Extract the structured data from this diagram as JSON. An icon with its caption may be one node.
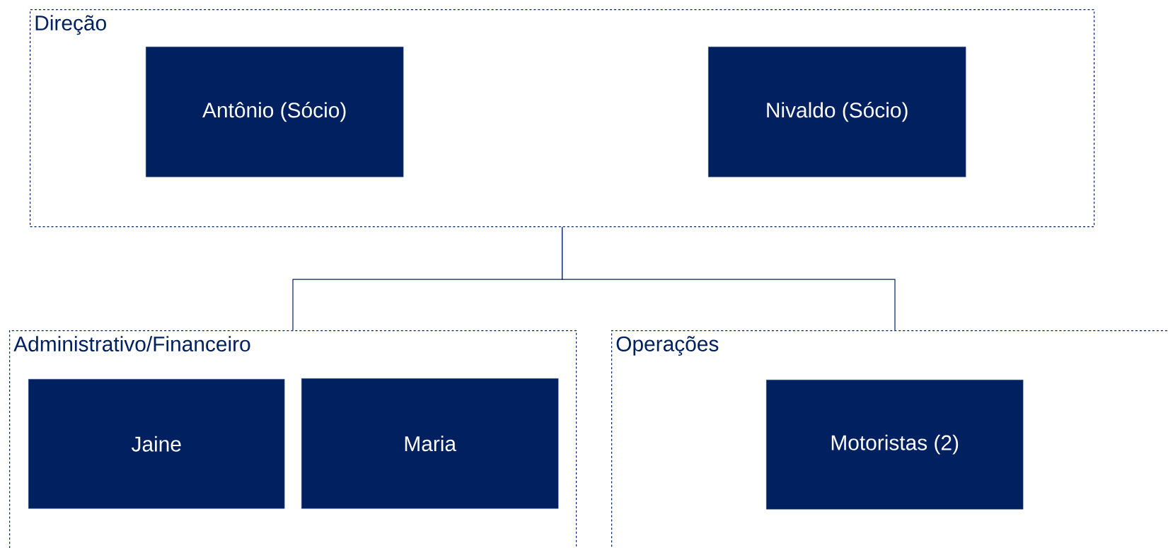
{
  "diagram": {
    "nodes": [
      {
        "text": [
          "Direção"
        ]
      },
      {
        "text": [
          "Antônio (Sócio)"
        ],
        "in": 0
      },
      {
        "text": [
          "Nivaldo (Sócio)"
        ],
        "in": 0
      },
      {
        "text": [
          "Administrativo/Financeiro"
        ]
      },
      {
        "text": [
          "Jaine"
        ],
        "in": 3
      },
      {
        "text": [
          "Maria"
        ],
        "in": 3
      },
      {
        "text": [
          "Operações"
        ]
      },
      {
        "text": [
          "Motoristas (2)"
        ],
        "in": 6
      }
    ],
    "edges": [
      {
        "from": 0,
        "to": 3,
        "arrow": "none"
      },
      {
        "from": 0,
        "to": 6,
        "arrow": "none"
      }
    ]
  }
}
